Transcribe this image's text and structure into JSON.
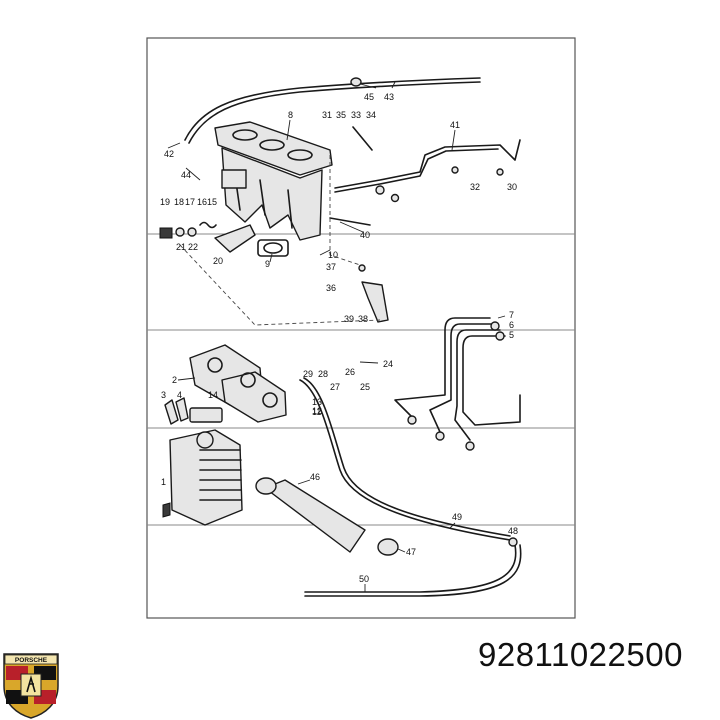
{
  "part_number": "92811022500",
  "logo": {
    "wordmark": "PORSCHE",
    "icon": "porsche-crest-icon"
  },
  "callouts": [
    "1",
    "2",
    "3",
    "4",
    "5",
    "6",
    "7",
    "8",
    "9",
    "10",
    "11",
    "12",
    "13",
    "14",
    "15",
    "16",
    "17",
    "18",
    "19",
    "20",
    "21",
    "22",
    "24",
    "25",
    "26",
    "27",
    "28",
    "29",
    "30",
    "31",
    "32",
    "33",
    "34",
    "35",
    "36",
    "37",
    "38",
    "39",
    "40",
    "41",
    "42",
    "43",
    "44",
    "45",
    "46",
    "47",
    "48",
    "49",
    "50"
  ]
}
